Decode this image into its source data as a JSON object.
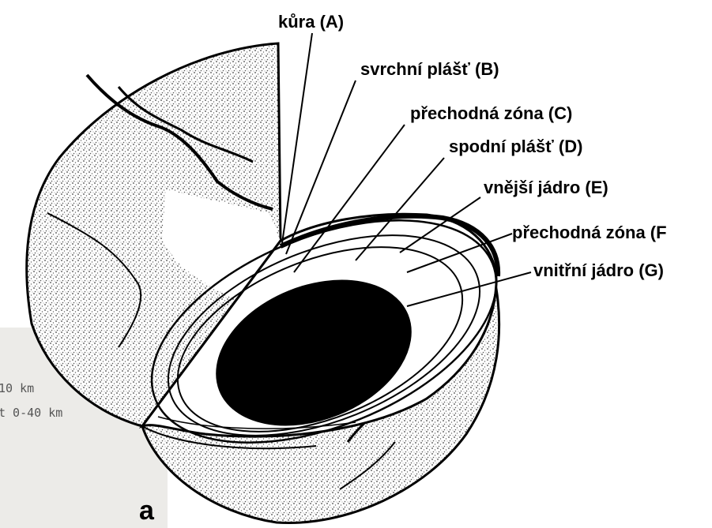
{
  "labels": {
    "a": "kůra (A)",
    "b": "svrchní plášť (B)",
    "c": "přechodná zóna  (C)",
    "d": "spodní plášť (D)",
    "e": "vnější jádro (E)",
    "f": "přechodná zóna (F",
    "g": "vnitřní jádro (G)"
  },
  "inset": {
    "line1": "10 km",
    "line2": "t 0-40 km"
  },
  "panel_letter": "a"
}
